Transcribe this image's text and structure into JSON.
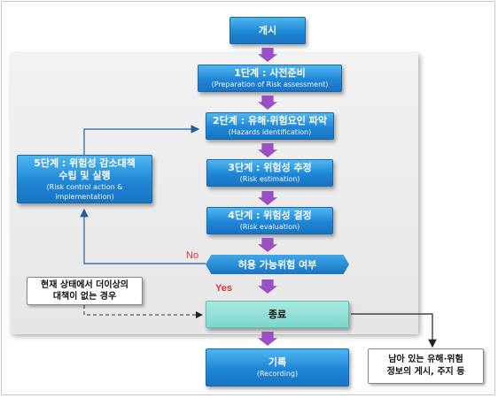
{
  "start": {
    "label": "개시"
  },
  "step1": {
    "title": "1단계 : 사전준비",
    "subtitle": "(Preparation of Risk assessment)"
  },
  "step2": {
    "title": "2단계 : 유해·위험요인 파악",
    "subtitle": "(Hazards identification)"
  },
  "step3": {
    "title": "3단계 : 위험성 추정",
    "subtitle": "(Risk estimation)"
  },
  "step4": {
    "title": "4단계 : 위험성 결정",
    "subtitle": "(Risk evaluation)"
  },
  "step5": {
    "title_line1": "5단계 : 위험성 감소대책",
    "title_line2": "수립 및 실행",
    "subtitle": "(Risk control action & implementation)"
  },
  "decision": {
    "label": "허용 가능위험 여부",
    "no": "No",
    "yes": "Yes"
  },
  "note_left": {
    "line1": "현재 상태에서 더이상의",
    "line2": "대책이 없는 경우"
  },
  "end": {
    "label": "종료"
  },
  "record": {
    "title": "기록",
    "subtitle": "(Recording)"
  },
  "note_right": {
    "line1": "남아 있는 유해·위험",
    "line2": "정보의 게시, 주지 등"
  },
  "colors": {
    "box_blue": "#1f86d6",
    "arrow_purple": "#9b4fc4",
    "no_red": "#e03030",
    "yes_red": "#e03030",
    "end_teal": "#7dd6cb"
  }
}
